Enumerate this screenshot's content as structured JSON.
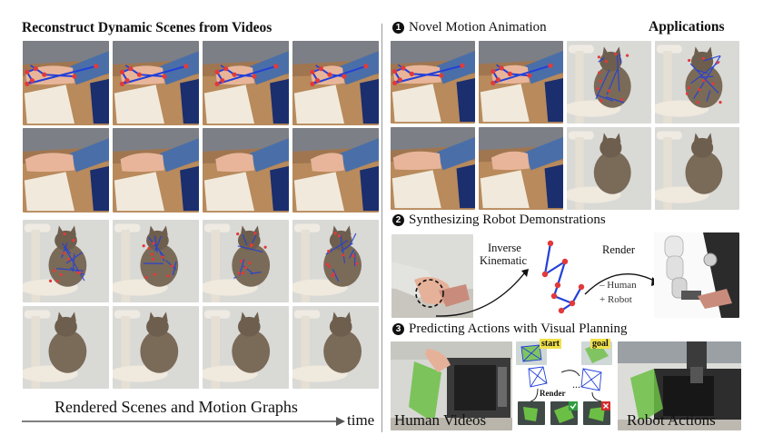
{
  "left": {
    "title": "Reconstruct Dynamic Scenes from Videos",
    "caption": "Rendered Scenes and Motion Graphs",
    "time_label": "time"
  },
  "right": {
    "applications_title": "Applications",
    "novel_motion": {
      "number": "1",
      "title": "Novel Motion Animation"
    },
    "robot_demos": {
      "number": "2",
      "title": "Synthesizing Robot Demonstrations",
      "inverse_kinematic_line1": "Inverse",
      "inverse_kinematic_line2": "Kinematic",
      "render_label": "Render",
      "legend_human": "Human",
      "legend_robot": "Robot",
      "legend_human_mark": "–",
      "legend_robot_mark": "+"
    },
    "predicting": {
      "number": "3",
      "title": "Predicting Actions with Visual Planning",
      "human_videos": "Human Videos",
      "robot_actions": "Robot Actions",
      "start_label": "start",
      "goal_label": "goal",
      "render_label": "Render",
      "ellipsis": "..."
    }
  },
  "colors": {
    "graph_blue": "#2340d8",
    "graph_red": "#e23a3a",
    "sleeve_blue": "#4a6fa8",
    "skin": "#e8b59a",
    "wood": "#b88a5c",
    "wall": "#d9d9d6",
    "cat": "#7a6a58",
    "green": "#6cbf45",
    "check_green": "#2e9e3e",
    "cross_red": "#d42c2c"
  }
}
